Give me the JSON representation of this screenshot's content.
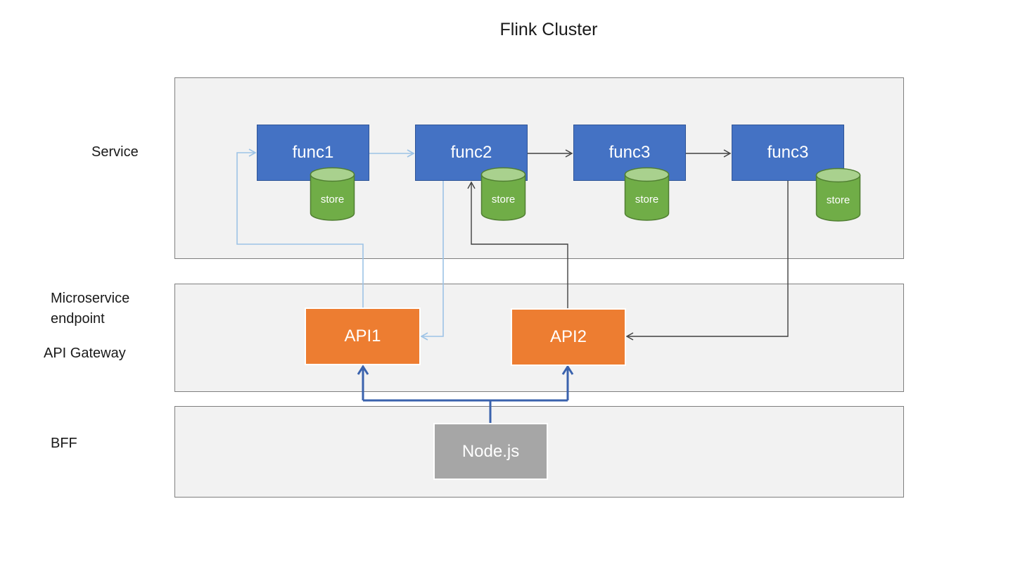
{
  "title": "Flink Cluster",
  "lane_labels": {
    "service": "Service",
    "microservice_endpoint": "Microservice endpoint",
    "api_gateway": "API Gateway",
    "bff": "BFF"
  },
  "nodes": {
    "func1": "func1",
    "func2": "func2",
    "func3a": "func3",
    "func3b": "func3",
    "api1": "API1",
    "api2": "API2",
    "bff_node": "Node.js",
    "store_label": "store"
  },
  "colors": {
    "lane_fill": "#f2f2f2",
    "lane_border": "#7f7f7f",
    "func_fill": "#4472c4",
    "func_border": "#2f5597",
    "store_fill": "#70ad47",
    "store_top_fill": "#a9d18e",
    "store_border": "#507e32",
    "api_fill": "#ed7d31",
    "bff_fill": "#a6a6a6",
    "arrow_dark": "#404040",
    "arrow_light_blue": "#9dc3e6",
    "arrow_blue": "#3a62ad",
    "node_text": "#ffffff",
    "label_text": "#1a1a1a"
  },
  "edges": [
    {
      "from": "API1",
      "to": "func1",
      "color": "light-blue"
    },
    {
      "from": "func1",
      "to": "func2",
      "color": "light-blue"
    },
    {
      "from": "func2",
      "to": "API1",
      "color": "light-blue"
    },
    {
      "from": "func2",
      "to": "func3",
      "color": "dark"
    },
    {
      "from": "func3",
      "to": "func3",
      "color": "dark"
    },
    {
      "from": "API2",
      "to": "func2",
      "color": "dark"
    },
    {
      "from": "func3",
      "to": "API2",
      "color": "dark"
    },
    {
      "from": "Node.js",
      "to": "API1",
      "color": "blue"
    },
    {
      "from": "Node.js",
      "to": "API2",
      "color": "blue"
    }
  ]
}
